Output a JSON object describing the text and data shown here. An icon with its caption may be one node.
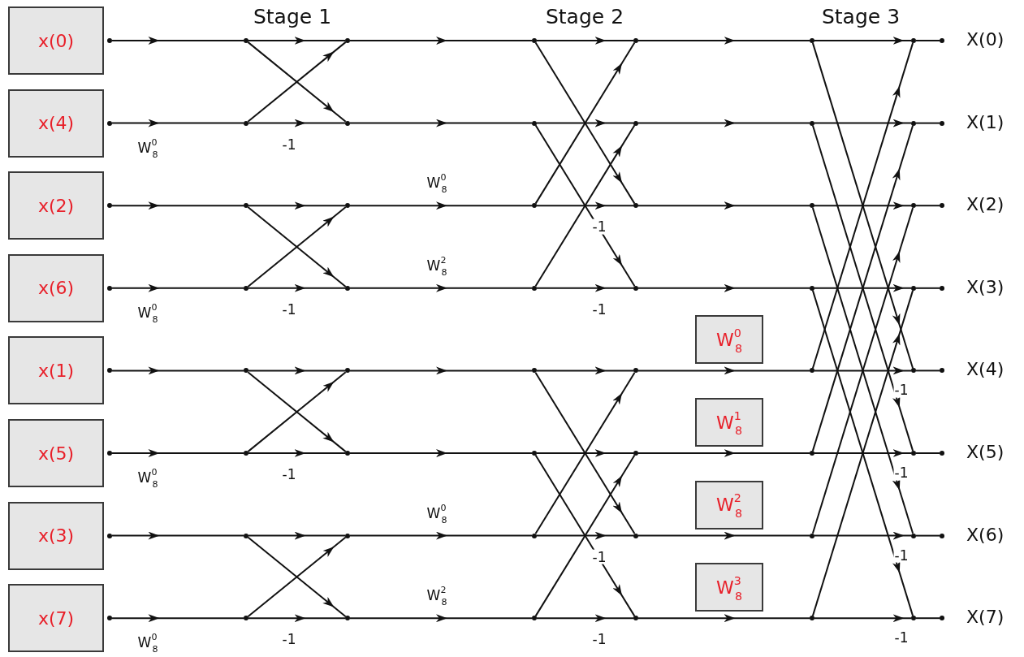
{
  "diagram": {
    "nodes": [
      {
        "text": [
          "x(0)"
        ]
      },
      {
        "text": [
          "x(4)"
        ]
      },
      {
        "text": [
          "x(2)"
        ]
      },
      {
        "text": [
          "x(6)"
        ]
      },
      {
        "text": [
          "x(1)"
        ]
      },
      {
        "text": [
          "x(5)"
        ]
      },
      {
        "text": [
          "x(3)"
        ]
      },
      {
        "text": [
          "x(7)"
        ]
      },
      {
        "text": [
          "X(0)"
        ]
      },
      {
        "text": [
          "X(1)"
        ]
      },
      {
        "text": [
          "X(2)"
        ]
      },
      {
        "text": [
          "X(3)"
        ]
      },
      {
        "text": [
          "X(4)"
        ]
      },
      {
        "text": [
          "X(5)"
        ]
      },
      {
        "text": [
          "X(6)"
        ]
      },
      {
        "text": [
          "X(7)"
        ]
      },
      {
        "text": [],
        "shape": "circle"
      },
      {
        "text": [],
        "shape": "circle"
      },
      {
        "text": [],
        "shape": "circle"
      },
      {
        "text": [],
        "shape": "circle"
      },
      {
        "text": [],
        "shape": "circle"
      },
      {
        "text": [],
        "shape": "circle"
      },
      {
        "text": [],
        "shape": "circle"
      },
      {
        "text": [],
        "shape": "circle"
      },
      {
        "text": [],
        "shape": "circle"
      },
      {
        "text": [],
        "shape": "circle"
      },
      {
        "text": [],
        "shape": "circle"
      },
      {
        "text": [],
        "shape": "circle"
      },
      {
        "text": [],
        "shape": "circle"
      },
      {
        "text": [],
        "shape": "circle"
      },
      {
        "text": [],
        "shape": "circle"
      },
      {
        "text": [],
        "shape": "circle"
      },
      {
        "text": [],
        "shape": "circle"
      },
      {
        "text": [],
        "shape": "circle"
      },
      {
        "text": [],
        "shape": "circle"
      },
      {
        "text": [],
        "shape": "circle"
      },
      {
        "text": [],
        "shape": "circle"
      },
      {
        "text": [],
        "shape": "circle"
      },
      {
        "text": [],
        "shape": "circle"
      },
      {
        "text": [],
        "shape": "circle"
      },
      {
        "text": [],
        "shape": "circle"
      },
      {
        "text": [],
        "shape": "circle"
      },
      {
        "text": [],
        "shape": "circle"
      },
      {
        "text": [],
        "shape": "circle"
      },
      {
        "text": [],
        "shape": "circle"
      },
      {
        "text": [],
        "shape": "circle"
      },
      {
        "text": [],
        "shape": "circle"
      },
      {
        "text": [],
        "shape": "circle"
      },
      {
        "text": [],
        "shape": "circle"
      },
      {
        "text": [],
        "shape": "circle"
      },
      {
        "text": [],
        "shape": "circle"
      },
      {
        "text": [],
        "shape": "circle"
      },
      {
        "text": [],
        "shape": "circle"
      },
      {
        "text": [],
        "shape": "circle"
      },
      {
        "text": [],
        "shape": "circle"
      },
      {
        "text": [],
        "shape": "circle"
      },
      {
        "text": [],
        "shape": "circle"
      },
      {
        "text": [],
        "shape": "circle"
      },
      {
        "text": [],
        "shape": "circle"
      },
      {
        "text": [],
        "shape": "circle"
      },
      {
        "text": [],
        "shape": "circle"
      },
      {
        "text": [],
        "shape": "circle"
      },
      {
        "text": [],
        "shape": "circle"
      },
      {
        "text": [],
        "shape": "circle"
      },
      {
        "text": [],
        "shape": "circle"
      },
      {
        "text": [],
        "shape": "circle"
      },
      {
        "text": [],
        "shape": "circle"
      },
      {
        "text": [],
        "shape": "circle"
      },
      {
        "text": [],
        "shape": "circle"
      },
      {
        "text": [],
        "shape": "circle"
      },
      {
        "text": [],
        "shape": "circle"
      },
      {
        "text": [],
        "shape": "circle"
      },
      {
        "text": [],
        "shape": "circle"
      },
      {
        "text": [],
        "shape": "circle"
      },
      {
        "text": [],
        "shape": "circle"
      },
      {
        "text": [],
        "shape": "circle"
      },
      {
        "text": [],
        "shape": "circle"
      },
      {
        "text": [],
        "shape": "circle"
      },
      {
        "text": [],
        "shape": "circle"
      },
      {
        "text": [],
        "shape": "circle"
      },
      {
        "text": [
          "W$^{0}$$_{8}$"
        ]
      },
      {
        "text": [
          "W$^{1}$$_{8}$"
        ]
      },
      {
        "text": [
          "W$^{2}$$_{8}$"
        ]
      },
      {
        "text": [
          "W$^{3}$$_{8}$"
        ]
      }
    ],
    "edges": [
      {
        "from": 16,
        "to": 17,
        "arrow": "to"
      },
      {
        "from": 17,
        "to": 18,
        "arrow": "to"
      },
      {
        "from": 18,
        "to": 19,
        "arrow": "to"
      },
      {
        "from": 19,
        "to": 20,
        "arrow": "to"
      },
      {
        "from": 20,
        "to": 21,
        "arrow": "to"
      },
      {
        "from": 21,
        "to": 22,
        "arrow": "to"
      },
      {
        "from": 22,
        "to": 23,
        "arrow": "none"
      },
      {
        "from": 24,
        "to": 25,
        "arrow": "to",
        "label": "W$^{0}$$_{8}$"
      },
      {
        "from": 25,
        "to": 26,
        "arrow": "to",
        "label": "-1"
      },
      {
        "from": 26,
        "to": 27,
        "arrow": "to"
      },
      {
        "from": 27,
        "to": 28,
        "arrow": "to"
      },
      {
        "from": 28,
        "to": 29,
        "arrow": "to"
      },
      {
        "from": 29,
        "to": 30,
        "arrow": "to"
      },
      {
        "from": 30,
        "to": 31,
        "arrow": "none"
      },
      {
        "from": 32,
        "to": 33,
        "arrow": "to"
      },
      {
        "from": 33,
        "to": 34,
        "arrow": "to"
      },
      {
        "from": 34,
        "to": 35,
        "arrow": "to",
        "label": "W$^{0}$$_{8}$"
      },
      {
        "from": 35,
        "to": 36,
        "arrow": "to",
        "label": "-1"
      },
      {
        "from": 36,
        "to": 37,
        "arrow": "to"
      },
      {
        "from": 37,
        "to": 38,
        "arrow": "to"
      },
      {
        "from": 38,
        "to": 39,
        "arrow": "none"
      },
      {
        "from": 40,
        "to": 41,
        "arrow": "to",
        "label": "W$^{0}$$_{8}$"
      },
      {
        "from": 41,
        "to": 42,
        "arrow": "to",
        "label": "-1"
      },
      {
        "from": 42,
        "to": 43,
        "arrow": "to",
        "label": "W$^{2}$$_{8}$"
      },
      {
        "from": 43,
        "to": 44,
        "arrow": "to",
        "label": "-1"
      },
      {
        "from": 44,
        "to": 45,
        "arrow": "to"
      },
      {
        "from": 45,
        "to": 46,
        "arrow": "to"
      },
      {
        "from": 46,
        "to": 47,
        "arrow": "none"
      },
      {
        "from": 48,
        "to": 49,
        "arrow": "to"
      },
      {
        "from": 49,
        "to": 50,
        "arrow": "to"
      },
      {
        "from": 50,
        "to": 51,
        "arrow": "to"
      },
      {
        "from": 51,
        "to": 52,
        "arrow": "to"
      },
      {
        "from": 52,
        "to": 53,
        "arrow": "to"
      },
      {
        "from": 53,
        "to": 54,
        "arrow": "to",
        "label": "-1"
      },
      {
        "from": 54,
        "to": 55,
        "arrow": "none"
      },
      {
        "from": 56,
        "to": 57,
        "arrow": "to",
        "label": "W$^{0}$$_{8}$"
      },
      {
        "from": 57,
        "to": 58,
        "arrow": "to",
        "label": "-1"
      },
      {
        "from": 58,
        "to": 59,
        "arrow": "to"
      },
      {
        "from": 59,
        "to": 60,
        "arrow": "to"
      },
      {
        "from": 60,
        "to": 61,
        "arrow": "to"
      },
      {
        "from": 61,
        "to": 62,
        "arrow": "to",
        "label": "-1"
      },
      {
        "from": 62,
        "to": 63,
        "arrow": "none"
      },
      {
        "from": 64,
        "to": 65,
        "arrow": "to"
      },
      {
        "from": 65,
        "to": 66,
        "arrow": "to"
      },
      {
        "from": 66,
        "to": 67,
        "arrow": "to",
        "label": "W$^{0}$$_{8}$"
      },
      {
        "from": 67,
        "to": 68,
        "arrow": "to",
        "label": "-1"
      },
      {
        "from": 68,
        "to": 69,
        "arrow": "to"
      },
      {
        "from": 69,
        "to": 70,
        "arrow": "to",
        "label": "-1"
      },
      {
        "from": 70,
        "to": 71,
        "arrow": "none"
      },
      {
        "from": 72,
        "to": 73,
        "arrow": "to",
        "label": "W$^{0}$$_{8}$"
      },
      {
        "from": 73,
        "to": 74,
        "arrow": "to",
        "label": "-1"
      },
      {
        "from": 74,
        "to": 75,
        "arrow": "to",
        "label": "W$^{2}$$_{8}$"
      },
      {
        "from": 75,
        "to": 76,
        "arrow": "to",
        "label": "-1"
      },
      {
        "from": 76,
        "to": 77,
        "arrow": "to"
      },
      {
        "from": 77,
        "to": 78,
        "arrow": "to",
        "label": "-1"
      },
      {
        "from": 78,
        "to": 79,
        "arrow": "none"
      },
      {
        "from": 17,
        "to": 26,
        "arrow": "to"
      },
      {
        "from": 25,
        "to": 18,
        "arrow": "to"
      },
      {
        "from": 33,
        "to": 42,
        "arrow": "to"
      },
      {
        "from": 41,
        "to": 34,
        "arrow": "to"
      },
      {
        "from": 49,
        "to": 58,
        "arrow": "to"
      },
      {
        "from": 57,
        "to": 50,
        "arrow": "to"
      },
      {
        "from": 65,
        "to": 74,
        "arrow": "to"
      },
      {
        "from": 73,
        "to": 66,
        "arrow": "to"
      },
      {
        "from": 19,
        "to": 36,
        "arrow": "to"
      },
      {
        "from": 35,
        "to": 20,
        "arrow": "to"
      },
      {
        "from": 27,
        "to": 44,
        "arrow": "to"
      },
      {
        "from": 43,
        "to": 28,
        "arrow": "to"
      },
      {
        "from": 51,
        "to": 68,
        "arrow": "to"
      },
      {
        "from": 67,
        "to": 52,
        "arrow": "to"
      },
      {
        "from": 59,
        "to": 76,
        "arrow": "to"
      },
      {
        "from": 75,
        "to": 60,
        "arrow": "to"
      },
      {
        "from": 21,
        "to": 54,
        "arrow": "to"
      },
      {
        "from": 53,
        "to": 22,
        "arrow": "to"
      },
      {
        "from": 29,
        "to": 62,
        "arrow": "to"
      },
      {
        "from": 61,
        "to": 30,
        "arrow": "to"
      },
      {
        "from": 37,
        "to": 70,
        "arrow": "to"
      },
      {
        "from": 69,
        "to": 38,
        "arrow": "to"
      },
      {
        "from": 45,
        "to": 78,
        "arrow": "to"
      },
      {
        "from": 77,
        "to": 46,
        "arrow": "to"
      }
    ],
    "labels": [
      "Stage 1",
      "Stage 2",
      "Stage 3"
    ]
  }
}
